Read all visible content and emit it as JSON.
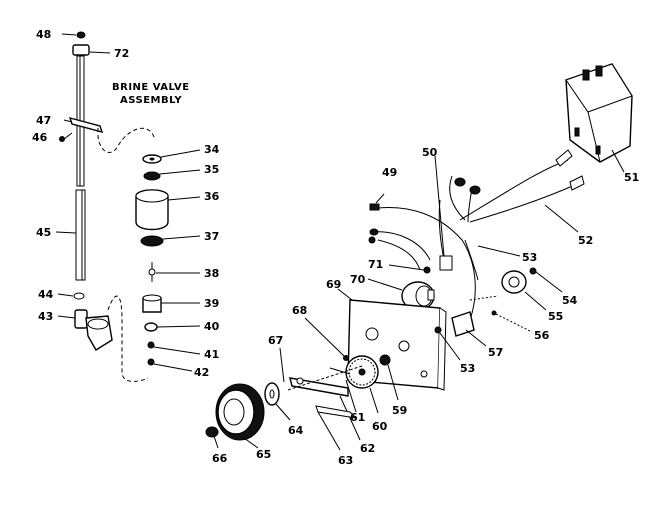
{
  "title_line1": "BRINE VALVE",
  "title_line2": "ASSEMBLY",
  "callouts": {
    "c48": "48",
    "c72": "72",
    "c47": "47",
    "c46": "46",
    "c45": "45",
    "c44": "44",
    "c43": "43",
    "c34": "34",
    "c35": "35",
    "c36": "36",
    "c37": "37",
    "c38": "38",
    "c39": "39",
    "c40": "40",
    "c41": "41",
    "c42": "42",
    "c50": "50",
    "c49": "49",
    "c51": "51",
    "c52": "52",
    "c53a": "53",
    "c53b": "53",
    "c54": "54",
    "c55": "55",
    "c56": "56",
    "c57": "57",
    "c59": "59",
    "c60": "60",
    "c61": "61",
    "c62": "62",
    "c63": "63",
    "c64": "64",
    "c65": "65",
    "c66": "66",
    "c67": "67",
    "c68": "68",
    "c69": "69",
    "c70": "70",
    "c71": "71"
  }
}
